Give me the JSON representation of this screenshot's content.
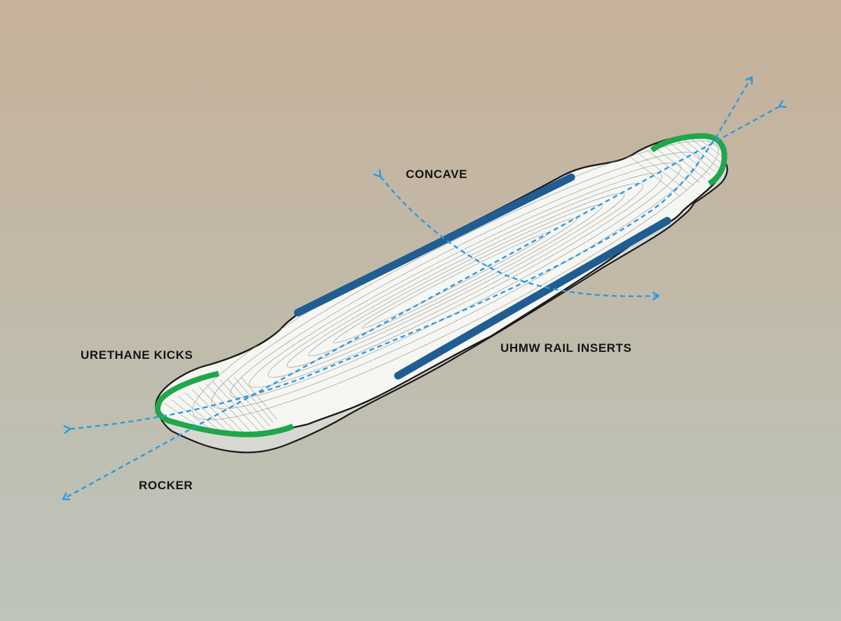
{
  "labels": {
    "concave": "CONCAVE",
    "urethane_kicks": "URETHANE KICKS",
    "uhmw_rail_inserts": "UHMW RAIL INSERTS",
    "rocker": "ROCKER"
  },
  "colors": {
    "arrow": "#2d9be0",
    "kick": "#1fa84a",
    "rail": "#1f5d93",
    "deck": "#f6f6f3",
    "outline": "#1b1b1b"
  }
}
